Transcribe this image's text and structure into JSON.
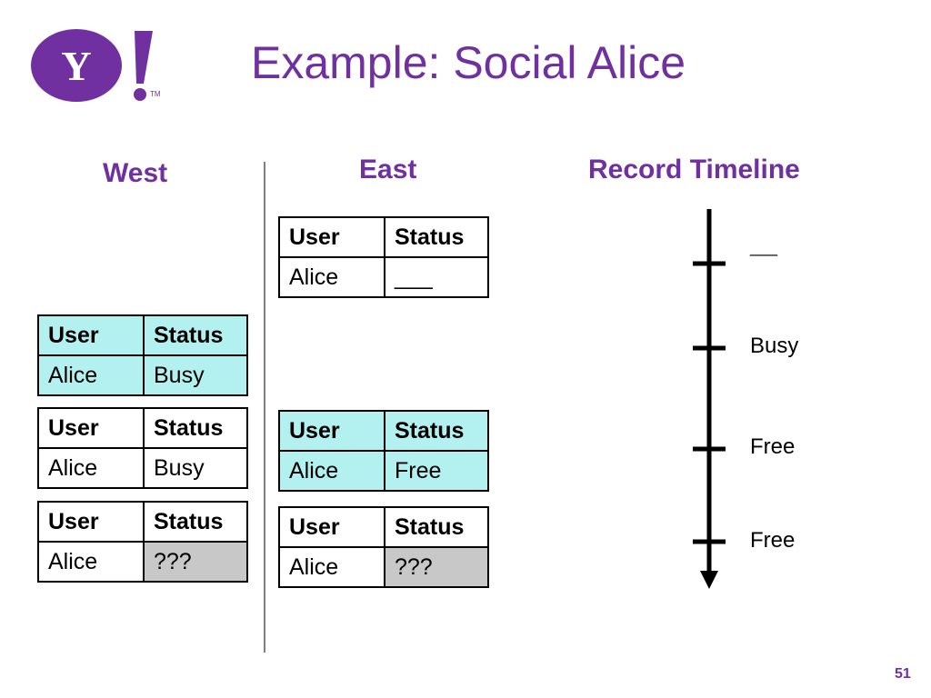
{
  "slide": {
    "title": "Example: Social Alice",
    "page_number": "51"
  },
  "logo": {
    "letter": "Y",
    "mark": "!",
    "tm": "TM",
    "color": "#7030a0"
  },
  "columns": {
    "west": "West",
    "east": "East",
    "timeline": "Record Timeline"
  },
  "west_tables": [
    {
      "headers": [
        "User",
        "Status"
      ],
      "row": [
        "Alice",
        "Busy"
      ],
      "highlighted": true,
      "unknown": false
    },
    {
      "headers": [
        "User",
        "Status"
      ],
      "row": [
        "Alice",
        "Busy"
      ],
      "highlighted": false,
      "unknown": false
    },
    {
      "headers": [
        "User",
        "Status"
      ],
      "row": [
        "Alice",
        "???"
      ],
      "highlighted": false,
      "unknown": true
    }
  ],
  "east_tables": [
    {
      "headers": [
        "User",
        "Status"
      ],
      "row": [
        "Alice",
        "___"
      ],
      "highlighted": false,
      "unknown": false
    },
    {
      "headers": [
        "User",
        "Status"
      ],
      "row": [
        "Alice",
        "Free"
      ],
      "highlighted": true,
      "unknown": false
    },
    {
      "headers": [
        "User",
        "Status"
      ],
      "row": [
        "Alice",
        "???"
      ],
      "highlighted": false,
      "unknown": true
    }
  ],
  "timeline_labels": [
    "___",
    "Busy",
    "Free",
    "Free"
  ]
}
